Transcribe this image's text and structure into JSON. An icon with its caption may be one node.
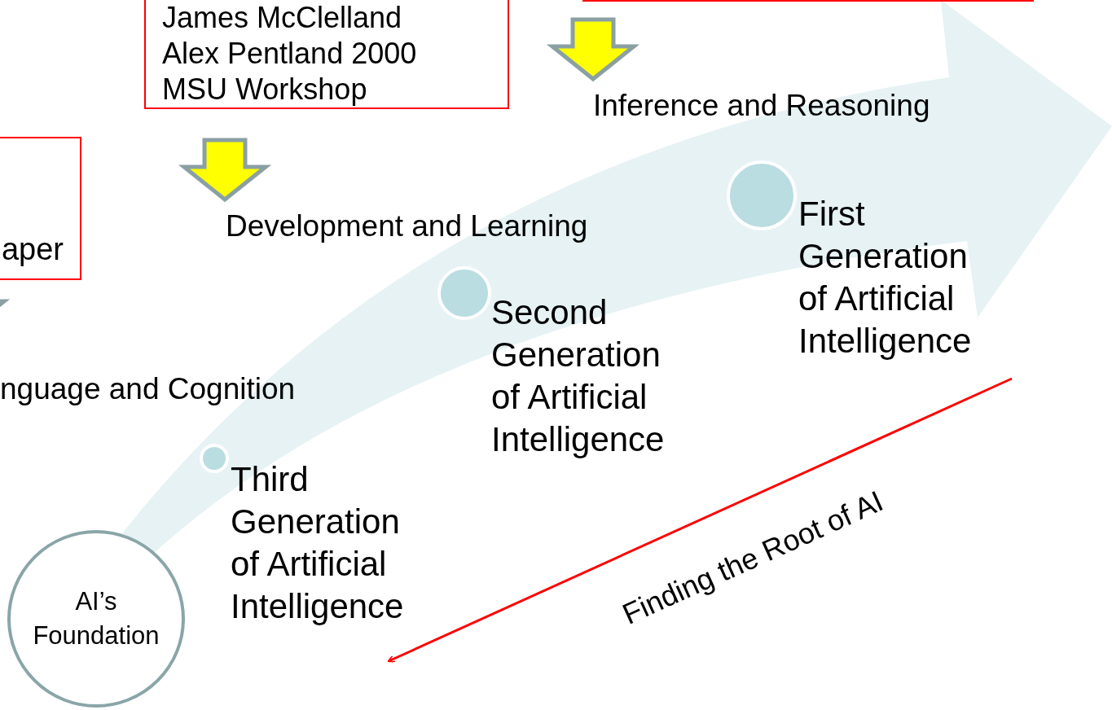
{
  "diagram": {
    "nodes": [
      {
        "text": [
          "James McClelland Alex Pentland 2000 MSU Workshop"
        ]
      },
      {
        "text": [],
        "shape": "box"
      },
      {
        "text": [
          "aper"
        ]
      },
      {
        "text": [
          "Inference and Reasoning"
        ]
      },
      {
        "text": [
          "Development and Learning"
        ]
      },
      {
        "text": [
          "nguage and Cognition"
        ]
      },
      {
        "text": [],
        "shape": "circle",
        "beside": [
          "First Generation of Artificial Intelligence"
        ]
      },
      {
        "text": [],
        "shape": "circle",
        "beside": [
          "Second Generation of Artificial Intelligence"
        ]
      },
      {
        "text": [],
        "shape": "circle",
        "beside": [
          "Third Generation of Artificial Intelligence"
        ]
      },
      {
        "text": [
          "AI’s Foundation"
        ]
      }
    ],
    "edges": [
      {
        "from": 1,
        "to": 3,
        "arrow": "to",
        "style": "thick",
        "color": "#ffff00"
      },
      {
        "from": 0,
        "to": 4,
        "arrow": "to",
        "style": "thick",
        "color": "#ffff00"
      },
      {
        "from": 2,
        "to": 5,
        "arrow": "to",
        "style": "thick",
        "color": "#ffff00"
      }
    ],
    "labels": [
      "Finding the Root of AI"
    ]
  }
}
